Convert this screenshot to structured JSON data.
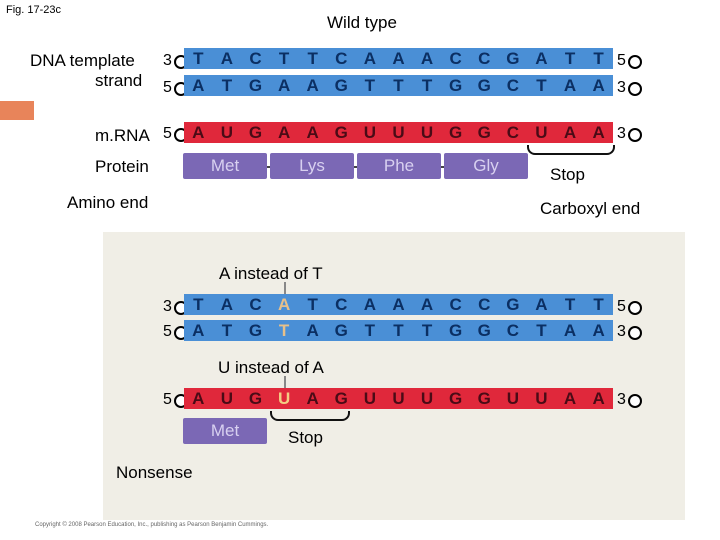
{
  "figure_label": "Fig. 17-23c",
  "title": "Wild type",
  "labels": {
    "dna_template": "DNA template",
    "strand": "strand",
    "mrna": "m.RNA",
    "protein": "Protein",
    "amino_end": "Amino end",
    "carboxyl_end": "Carboxyl end",
    "stop1": "Stop",
    "stop2": "Stop",
    "a_instead_t": "A instead of T",
    "u_instead_a": "U instead of A",
    "nonsense": "Nonsense",
    "copyright": "Copyright © 2008 Pearson Education, Inc., publishing as Pearson Benjamin Cummings."
  },
  "ends": {
    "three": "3",
    "five": "5"
  },
  "wild": {
    "template": [
      "T",
      "A",
      "C",
      "T",
      "T",
      "C",
      "A",
      "A",
      "A",
      "C",
      "C",
      "G",
      "A",
      "T",
      "T"
    ],
    "coding": [
      "A",
      "T",
      "G",
      "A",
      "A",
      "G",
      "T",
      "T",
      "T",
      "G",
      "G",
      "C",
      "T",
      "A",
      "A"
    ],
    "mrna": [
      "A",
      "U",
      "G",
      "A",
      "A",
      "G",
      "U",
      "U",
      "U",
      "G",
      "G",
      "C",
      "U",
      "A",
      "A"
    ],
    "protein": [
      "Met",
      "Lys",
      "Phe",
      "Gly"
    ]
  },
  "mutant": {
    "template": [
      "T",
      "A",
      "C",
      "A",
      "T",
      "C",
      "A",
      "A",
      "A",
      "C",
      "C",
      "G",
      "A",
      "T",
      "T"
    ],
    "coding": [
      "A",
      "T",
      "G",
      "T",
      "A",
      "G",
      "T",
      "T",
      "T",
      "G",
      "G",
      "C",
      "T",
      "A",
      "A"
    ],
    "mrna": [
      "A",
      "U",
      "G",
      "U",
      "A",
      "G",
      "U",
      "U",
      "U",
      "G",
      "G",
      "U",
      "U",
      "A",
      "A"
    ],
    "protein": [
      "Met"
    ]
  },
  "colors": {
    "dna": "#4a8fd6",
    "rna": "#e0283b",
    "protein": "#7b68b5",
    "panel": "#f0eee6"
  }
}
